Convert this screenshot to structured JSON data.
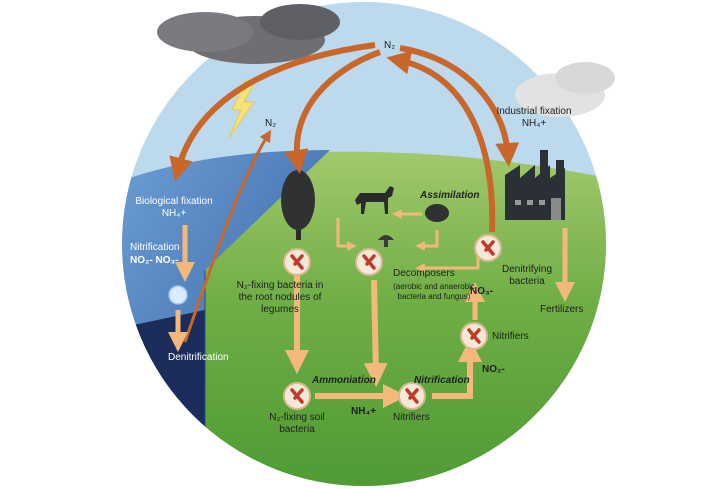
{
  "labels": {
    "n2_top": "N₂",
    "n2_lightning": "N₂",
    "industrial_fixation": "Industrial fixation NH₄+",
    "biological_fixation": "Biological fixation NH₄+",
    "nitrification_water": "Nitrification",
    "no2_no3_water": "NO₂- NO₃-",
    "denitrification_water": "Denitrification",
    "assimilation": "Assimilation",
    "n2_fixing_nodule_bacteria": "N₂-fixing bacteria in the root nodules of legumes",
    "decomposers": "Decomposers",
    "decomposers_detail": "(aerobic and anaerobic bacteria and fungus)",
    "denitrifying_bacteria": "Denitrifying bacteria",
    "no3_land": "NO₃-",
    "nitrifiers_right": "Nitrifiers",
    "no2_land": "NO₂-",
    "fertilizers": "Fertilizers",
    "ammoniation": "Ammoniation",
    "nitrification_land": "Nitrification",
    "nh4_land": "NH₄+",
    "n2_fixing_soil_bacteria": "N₂-fixing soil bacteria",
    "nitrifiers_bottom": "Nitrifiers"
  },
  "icons": [
    "cloud-icon",
    "lightning-icon",
    "factory-icon",
    "tree-icon",
    "horse-icon",
    "shrub-icon",
    "mushroom-icon",
    "bacteria-icon",
    "bubble-icon"
  ],
  "colors": {
    "sky": "#bcd9ee",
    "land": "#6fae45",
    "water": "#3f6fb0",
    "deep_water": "#1c2d5c",
    "arrow": "#c9672a",
    "flow_arrow": "#f3b97a",
    "bacteria": "#c0392b"
  }
}
